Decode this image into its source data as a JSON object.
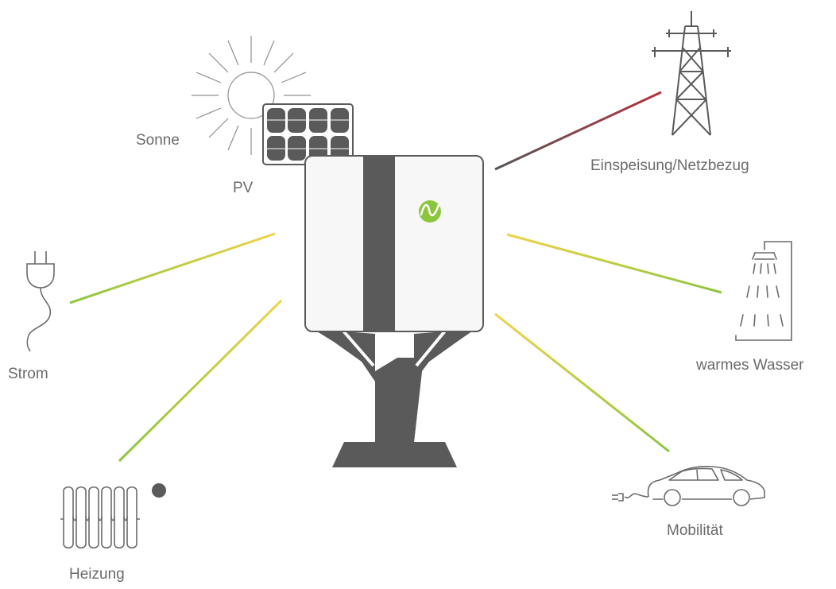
{
  "labels": {
    "sun": "Sonne",
    "pv": "PV",
    "grid": "Einspeisung/Netzbezug",
    "power": "Strom",
    "hot_water": "warmes Wasser",
    "heating": "Heizung",
    "mobility": "Mobilität"
  },
  "colors": {
    "stroke_gray": "#9a9a9a",
    "device_dark": "#5a5a5a",
    "device_body": "#f7f7f7",
    "accent_green": "#8cc63f",
    "accent_yellow": "#f0d24a",
    "grid_red": "#b5323c"
  },
  "icons": [
    "sun-icon",
    "solar-panel-icon",
    "power-pylon-icon",
    "plug-icon",
    "shower-icon",
    "radiator-icon",
    "car-icon",
    "logo-icon"
  ]
}
